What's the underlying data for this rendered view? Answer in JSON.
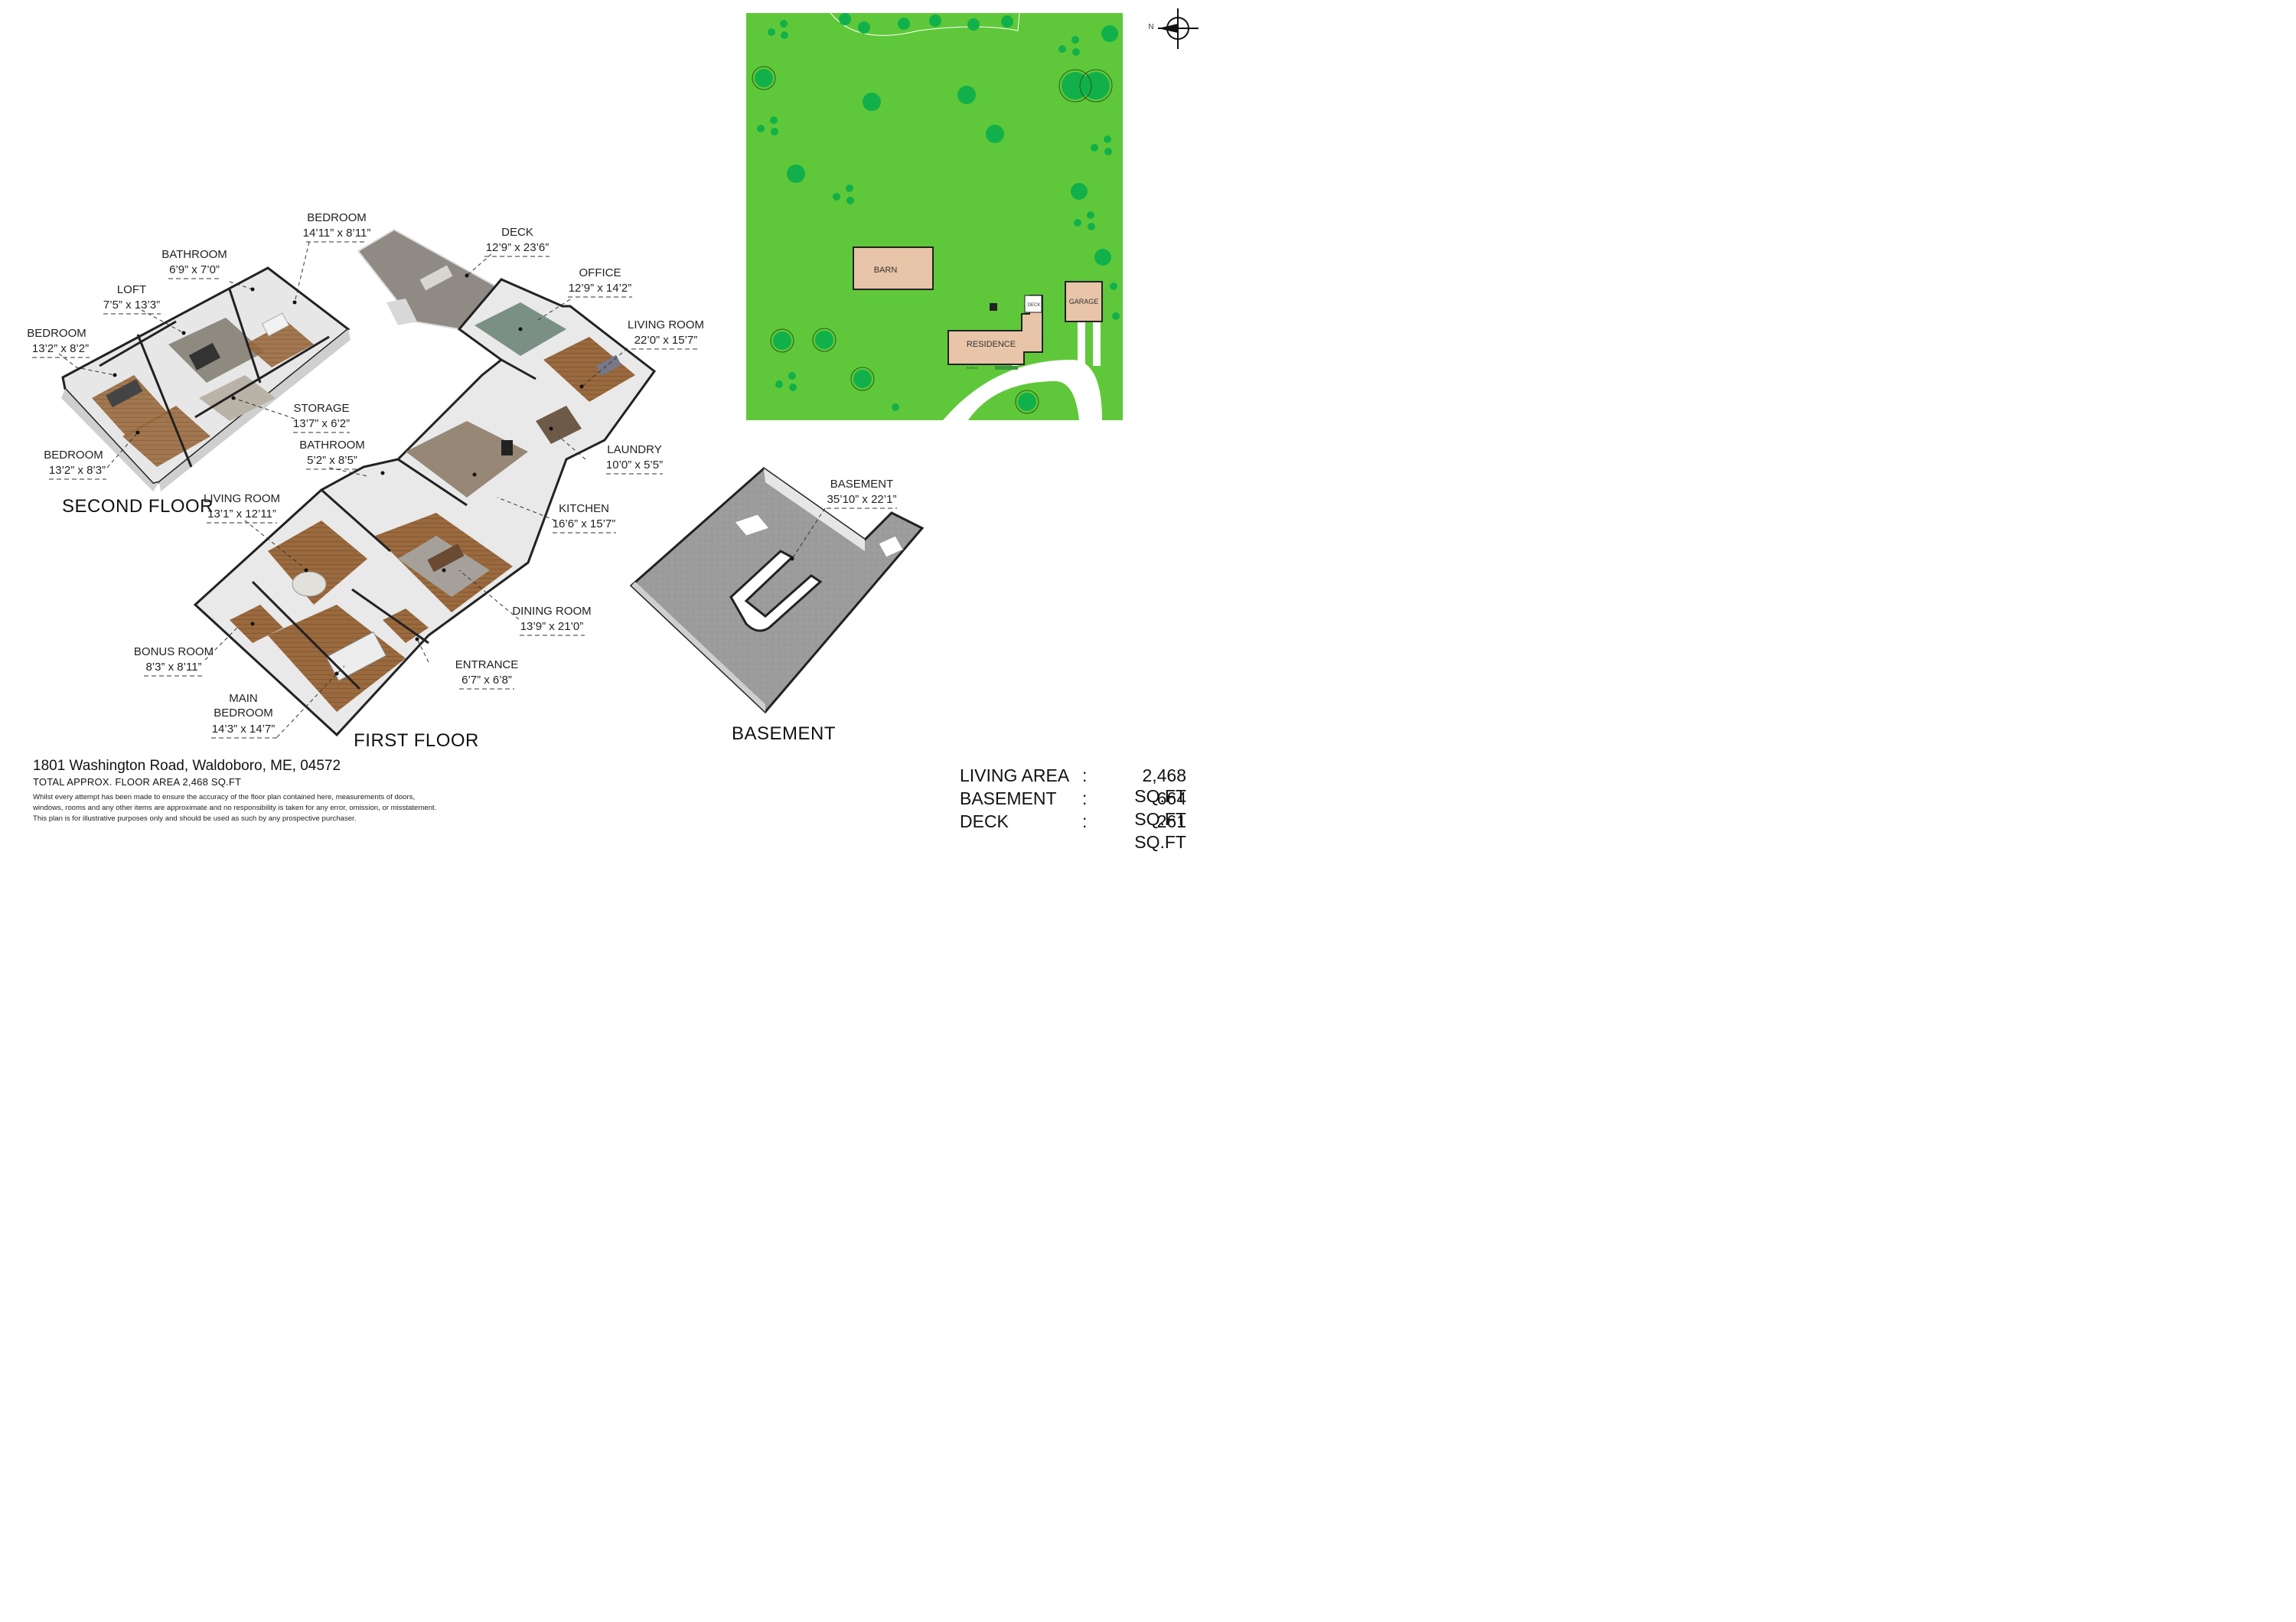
{
  "rooms": {
    "second_floor": [
      {
        "name": "BEDROOM",
        "dims": "14’11” x 8’11”"
      },
      {
        "name": "BATHROOM",
        "dims": "6’9” x 7’0”"
      },
      {
        "name": "LOFT",
        "dims": "7’5” x 13’3”"
      },
      {
        "name": "BEDROOM",
        "dims": "13’2” x 8’2”"
      },
      {
        "name": "STORAGE",
        "dims": "13’7” x 6’2”"
      },
      {
        "name": "BEDROOM",
        "dims": "13’2” x 8’3”"
      }
    ],
    "first_floor": [
      {
        "name": "DECK",
        "dims": "12’9” x 23’6”"
      },
      {
        "name": "OFFICE",
        "dims": "12’9” x 14’2”"
      },
      {
        "name": "LIVING ROOM",
        "dims": "22’0” x 15’7”"
      },
      {
        "name": "BATHROOM",
        "dims": "5’2” x 8’5”"
      },
      {
        "name": "LAUNDRY",
        "dims": "10’0” x 5’5”"
      },
      {
        "name": "LIVING ROOM",
        "dims": "13’1” x 12’11”"
      },
      {
        "name": "KITCHEN",
        "dims": "16’6” x 15’7”"
      },
      {
        "name": "DINING ROOM",
        "dims": "13’9” x 21’0”"
      },
      {
        "name": "BONUS ROOM",
        "dims": "8’3” x 8’11”"
      },
      {
        "name": "ENTRANCE",
        "dims": "6’7” x 6’8”"
      },
      {
        "name": "MAIN",
        "name2": "BEDROOM",
        "dims": "14’3” x 14’7”"
      }
    ],
    "basement": [
      {
        "name": "BASEMENT",
        "dims": "35’10” x 22’1”"
      }
    ]
  },
  "floor_titles": {
    "second": "SECOND FLOOR",
    "first": "FIRST FLOOR",
    "basement": "BASEMENT"
  },
  "site_plan": {
    "compass": "N",
    "barn": "BARN",
    "residence": "RESIDENCE",
    "garage": "GARAGE",
    "deck": "DECK",
    "porch": "PORCH",
    "colors": {
      "lawn": "#5fc83a",
      "tree": "#12b04a",
      "building": "#e8c4a8",
      "drive": "#ffffff"
    }
  },
  "footer": {
    "address": "1801 Washington Road, Waldoboro, ME, 04572",
    "total": "TOTAL APPROX. FLOOR AREA 2,468 SQ.FT",
    "disclaimer_1": "Whilst every attempt has been made to ensure the accuracy of the floor plan contained here, measurements of doors,",
    "disclaimer_2": "windows, rooms and any other items are approximate and no responsibility is taken for any error, omission, or misstatement.",
    "disclaimer_3": "This plan is for illustrative purposes only and should be used as such by any prospective purchaser."
  },
  "areas": [
    {
      "label": "LIVING AREA",
      "value": "2,468 SQ.FT"
    },
    {
      "label": "BASEMENT",
      "value": "664 SQ.FT"
    },
    {
      "label": "DECK",
      "value": "261 SQ.FT"
    }
  ]
}
